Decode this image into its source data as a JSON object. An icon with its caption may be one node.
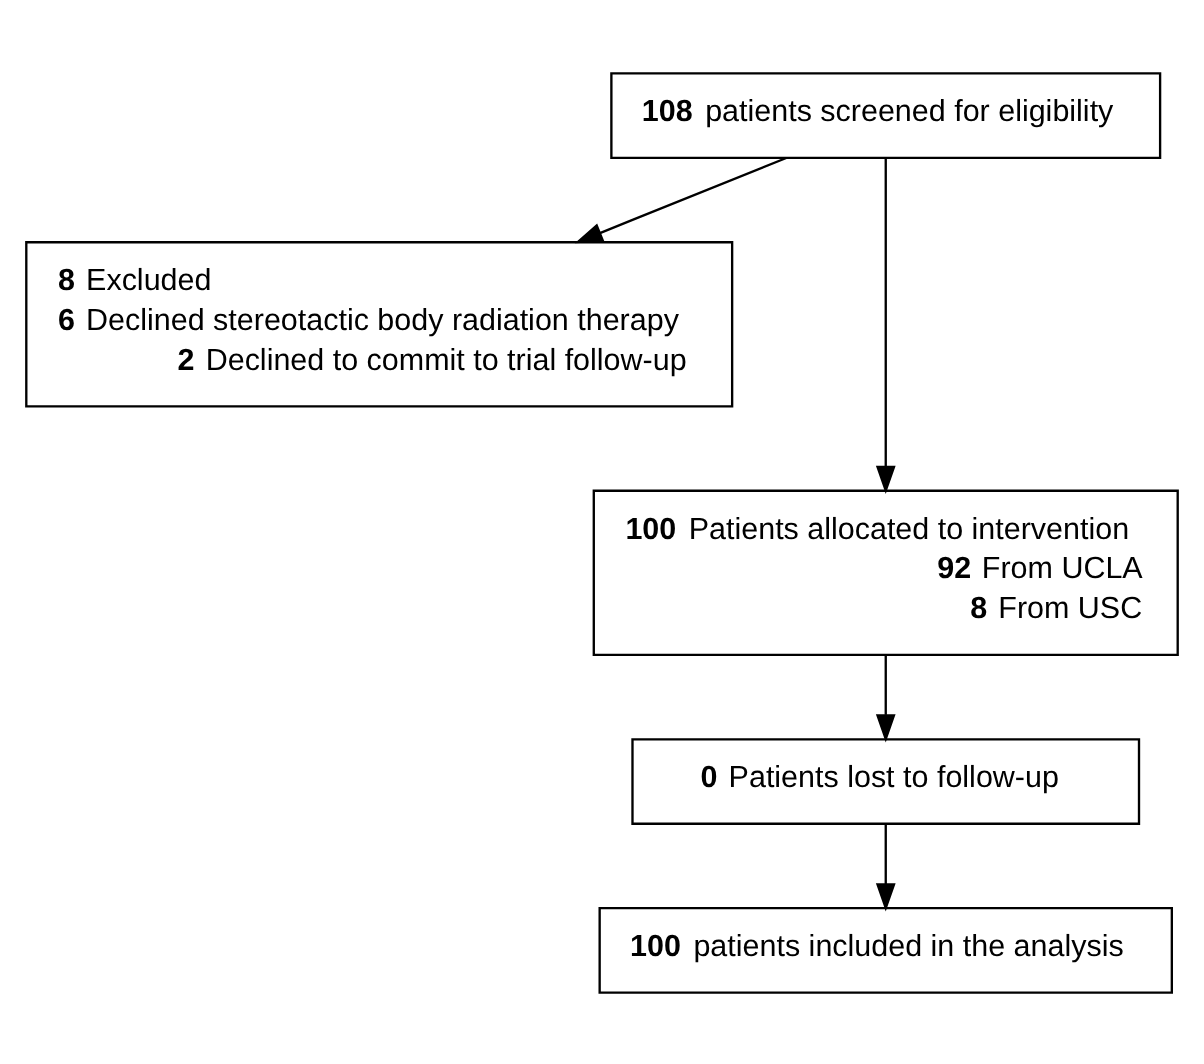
{
  "diagram": {
    "nodes": [
      {
        "text": [
          "**108** patients screened for eligibility"
        ]
      },
      {
        "text": [
          "**8** Excluded",
          "**6** Declined stereotactic body radiation therapy",
          "**2** Declined to commit to trial follow-up"
        ]
      },
      {
        "text": [
          "**100** Patients allocated to intervention",
          "**92** From UCLA",
          "**8** From USC"
        ]
      },
      {
        "text": [
          "**0** Patients lost to follow-up"
        ]
      },
      {
        "text": [
          "**100** patients included in the analysis"
        ]
      }
    ],
    "edges": [
      {
        "from": 0,
        "to": 2,
        "arrow": "to"
      },
      {
        "from": 0,
        "to": 1,
        "arrow": "to"
      },
      {
        "from": 2,
        "to": 3,
        "arrow": "to"
      },
      {
        "from": 3,
        "to": 4,
        "arrow": "to"
      }
    ]
  }
}
